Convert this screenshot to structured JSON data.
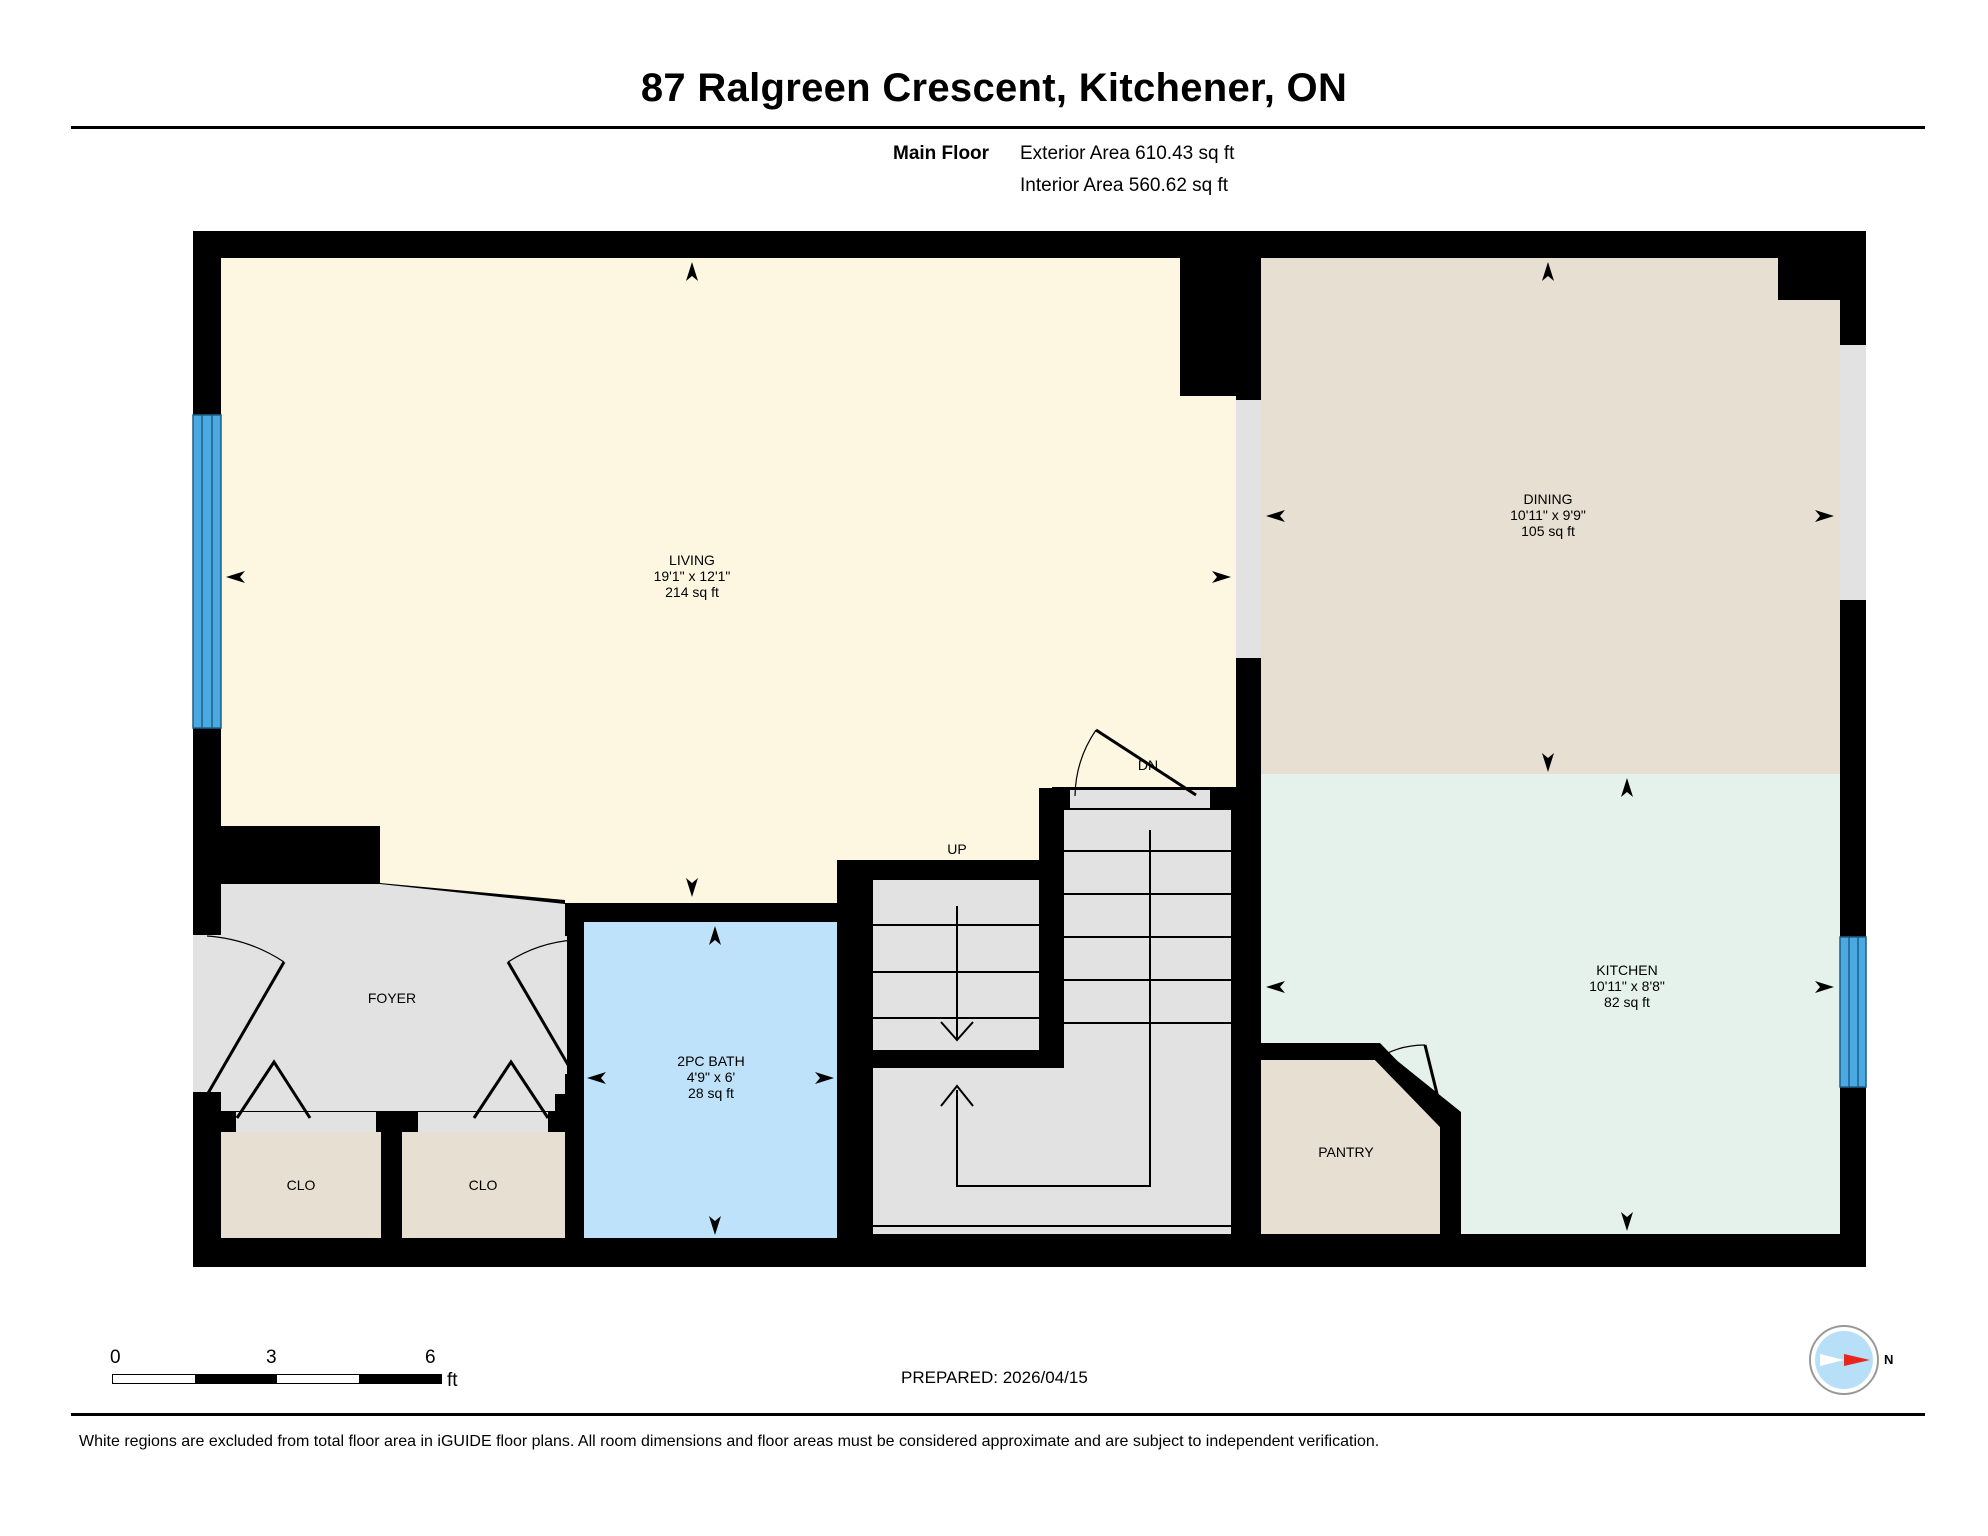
{
  "header": {
    "title": "87 Ralgreen Crescent, Kitchener, ON",
    "floor_label": "Main Floor",
    "exterior_area": "Exterior Area 610.43 sq ft",
    "interior_area": "Interior Area 560.62 sq ft"
  },
  "rooms": {
    "living": {
      "name": "LIVING",
      "dims": "19'1\" x 12'1\"",
      "area": "214 sq ft"
    },
    "dining": {
      "name": "DINING",
      "dims": "10'11\" x 9'9\"",
      "area": "105 sq ft"
    },
    "kitchen": {
      "name": "KITCHEN",
      "dims": "10'11\" x 8'8\"",
      "area": "82 sq ft"
    },
    "bath": {
      "name": "2PC BATH",
      "dims": "4'9\" x 6'",
      "area": "28 sq ft"
    },
    "foyer": {
      "name": "FOYER"
    },
    "pantry": {
      "name": "PANTRY"
    },
    "closet_1": {
      "name": "CLO"
    },
    "closet_2": {
      "name": "CLO"
    }
  },
  "stairs": {
    "up_label": "UP",
    "down_label": "DN"
  },
  "colors": {
    "living": "#fdf7e2",
    "dining": "#e7dfd1",
    "kitchen": "#e5f2ec",
    "bath": "#bfe2fb",
    "foyer": "#e2e2e2",
    "closet": "#e7dfd1",
    "wall": "#000000",
    "window": "#4aa9e0"
  },
  "scale": {
    "ticks": [
      "0",
      "3",
      "6"
    ],
    "unit": "ft"
  },
  "compass": {
    "direction": "N",
    "icon": "compass-icon"
  },
  "prepared": "PREPARED: 2026/04/15",
  "disclaimer": "White regions are excluded from total floor area in iGUIDE floor plans. All room dimensions and floor areas must be considered approximate and are subject to independent verification."
}
